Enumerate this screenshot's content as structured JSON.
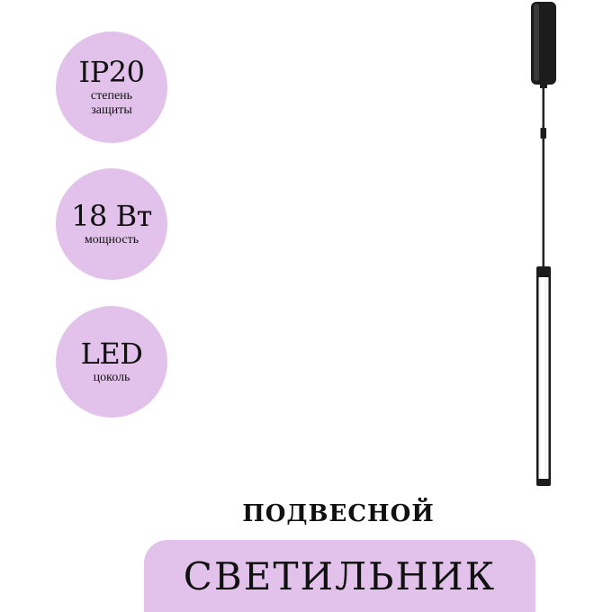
{
  "badges": [
    {
      "value": "IP20",
      "caption_line1": "степень",
      "caption_line2": "защиты"
    },
    {
      "value": "18 Вт",
      "caption_line1": "мощность",
      "caption_line2": ""
    },
    {
      "value": "LED",
      "caption_line1": "цоколь",
      "caption_line2": ""
    }
  ],
  "title": {
    "subtitle": "ПОДВЕСНОЙ",
    "main": "СВЕТИЛЬНИК"
  },
  "colors": {
    "badge_background": "#e2c2ea",
    "lamp_body": "#1a1a1a",
    "text": "#111111"
  }
}
